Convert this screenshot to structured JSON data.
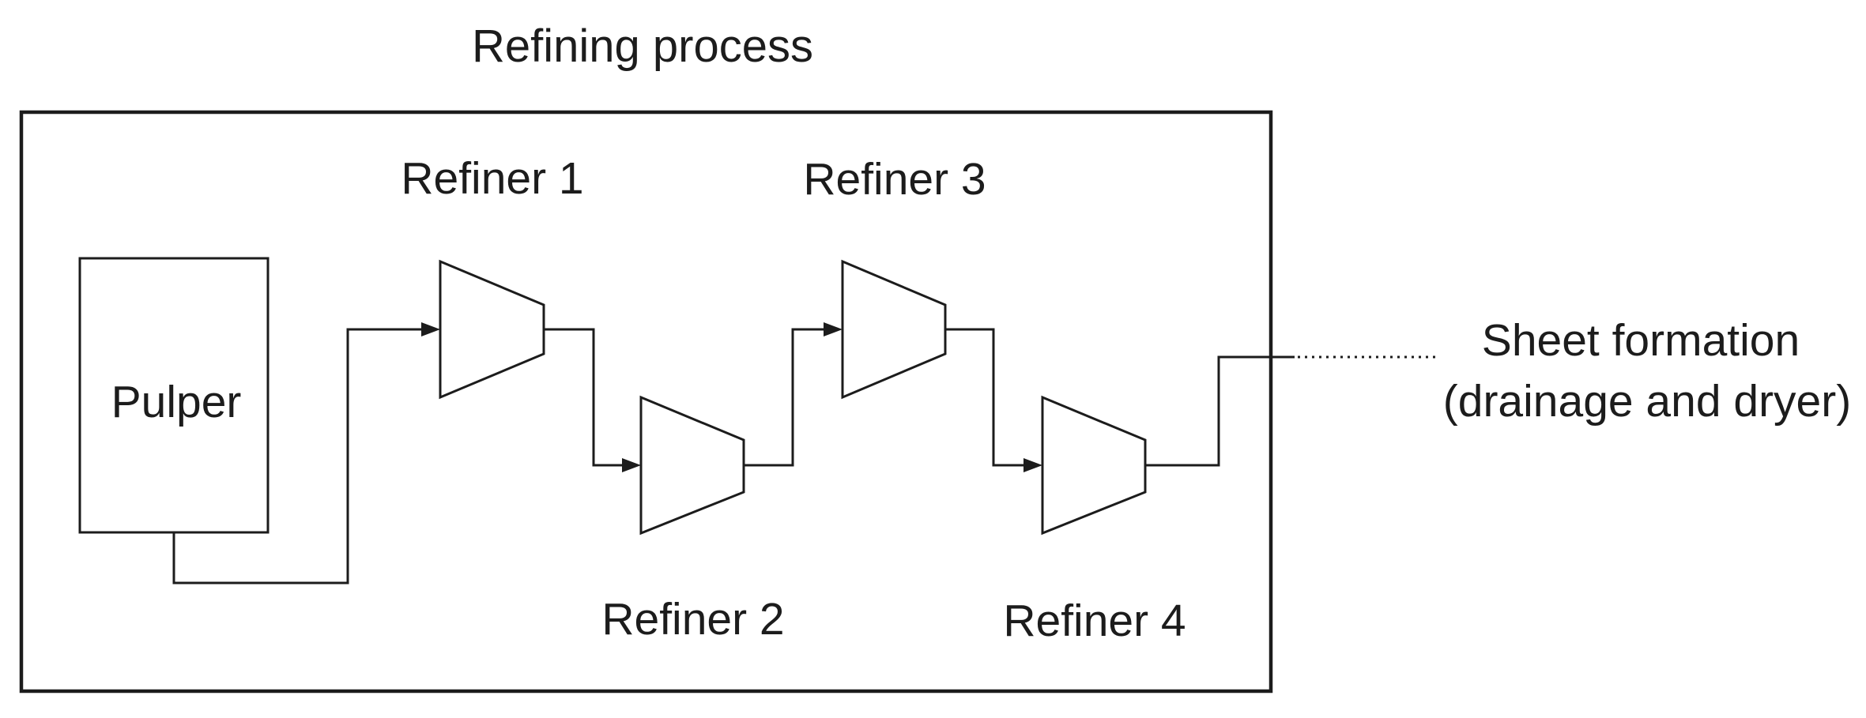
{
  "diagram": {
    "title": "Refining process",
    "nodes": {
      "pulper": "Pulper",
      "refiner1": "Refiner 1",
      "refiner2": "Refiner 2",
      "refiner3": "Refiner 3",
      "refiner4": "Refiner 4"
    },
    "output": {
      "line1": "Sheet formation",
      "line2": "(drainage and dryer)"
    },
    "colors": {
      "stroke": "#1c1c1c",
      "background": "#ffffff"
    }
  }
}
